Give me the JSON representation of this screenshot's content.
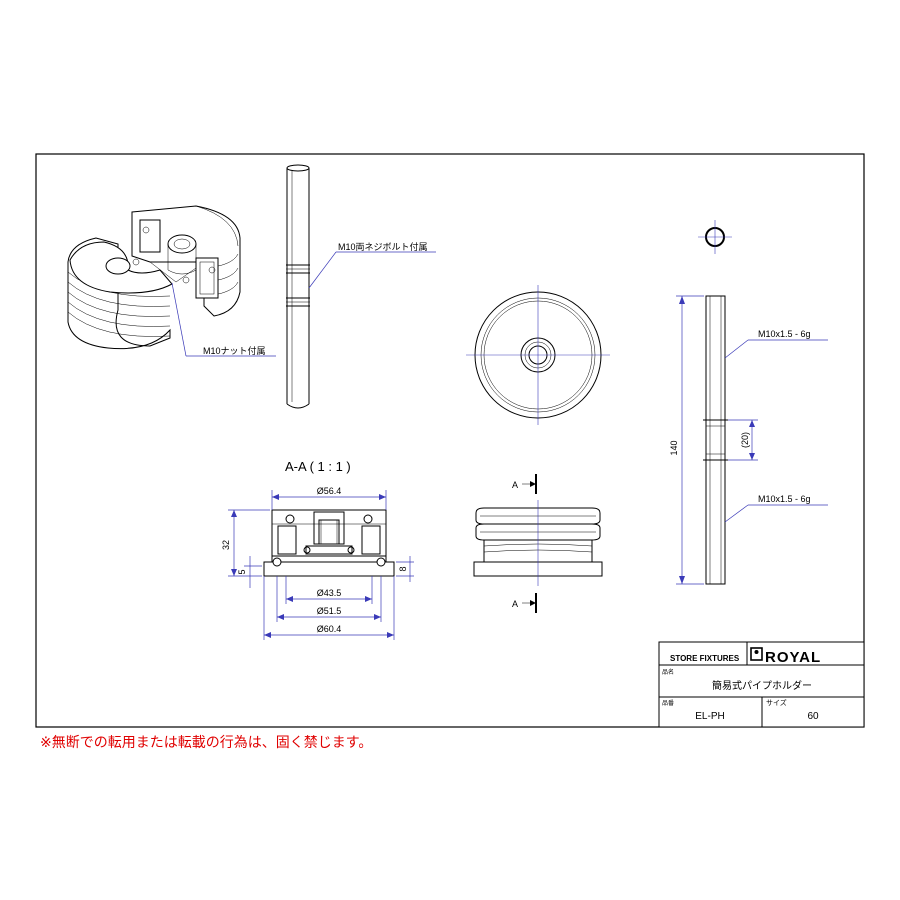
{
  "labels": {
    "stud_note": "M10両ネジボルト付属",
    "nut_note": "M10ナット付属",
    "section_title": "A-A ( 1 : 1 )",
    "section_marker": "A",
    "thread_top": "M10x1.5 - 6g",
    "thread_bottom": "M10x1.5 - 6g",
    "dim_total_length": "140",
    "dim_middle": "(20)",
    "dim_d56": "Ø56.4",
    "dim_d43": "Ø43.5",
    "dim_d51": "Ø51.5",
    "dim_d60": "Ø60.4",
    "dim_height": "32",
    "dim_5": "5",
    "dim_8": "8"
  },
  "title_block": {
    "company_caption": "STORE FIXTURES",
    "brand": "ROYAL",
    "name_label": "品名",
    "name_value": "簡易式パイプホルダー",
    "code_label": "品番",
    "code_value": "EL-PH",
    "size_label": "サイズ",
    "size_value": "60"
  },
  "notice": "※無断での転用または転載の行為は、固く禁じます。",
  "colors": {
    "dimension": "#3a3ab8",
    "notice": "#e00000"
  }
}
